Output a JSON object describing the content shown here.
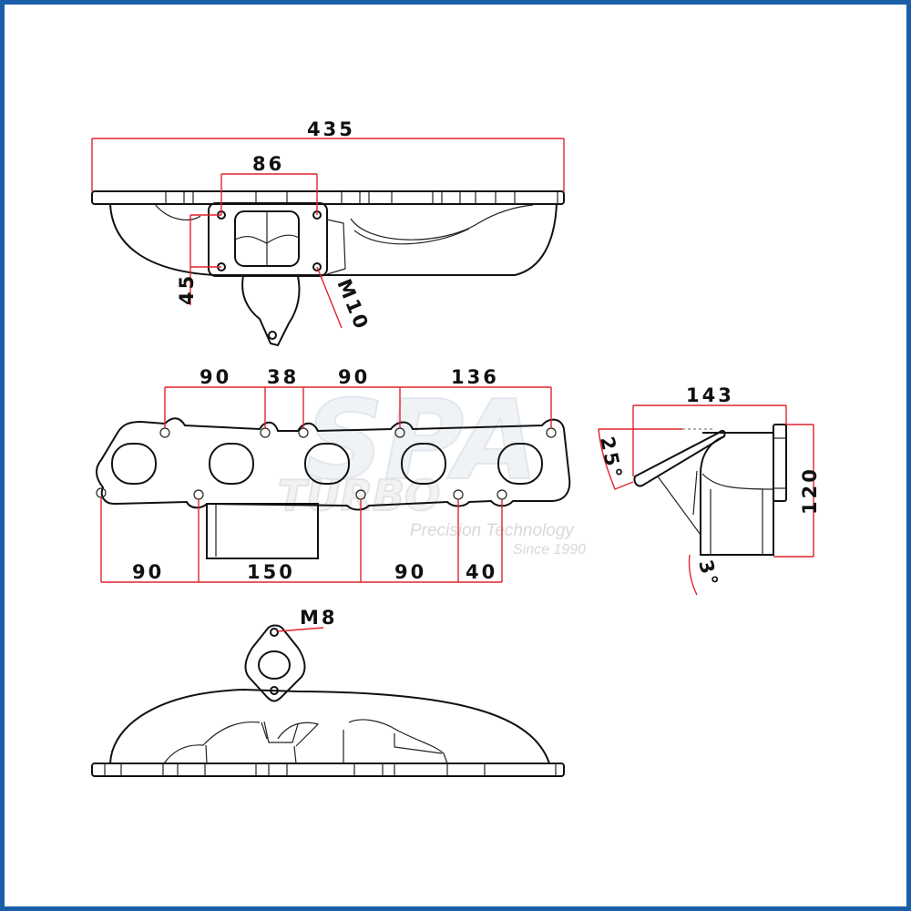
{
  "frame": {
    "border_color": "#1a5ea8",
    "background": "#ffffff"
  },
  "colors": {
    "dimension_line": "#e0242c",
    "drawing_line": "#111111",
    "watermark": "#dfe5ec"
  },
  "watermark": {
    "logo": "SPA",
    "brand": "TURBO",
    "tagline": "Precision Technology",
    "since": "Since 1990"
  },
  "top_view": {
    "overall_length": "435",
    "turbo_flange_spacing": "86",
    "turbo_flange_height": "45",
    "flange_bolt": "M10"
  },
  "front_view": {
    "top_dims": [
      "90",
      "38",
      "90",
      "136"
    ],
    "bottom_dims": [
      "90",
      "150",
      "90",
      "40"
    ]
  },
  "side_view": {
    "depth": "143",
    "height": "120",
    "flange_angle": "25°",
    "base_angle": "3°"
  },
  "bottom_view": {
    "wastegate_bolt": "M8"
  }
}
